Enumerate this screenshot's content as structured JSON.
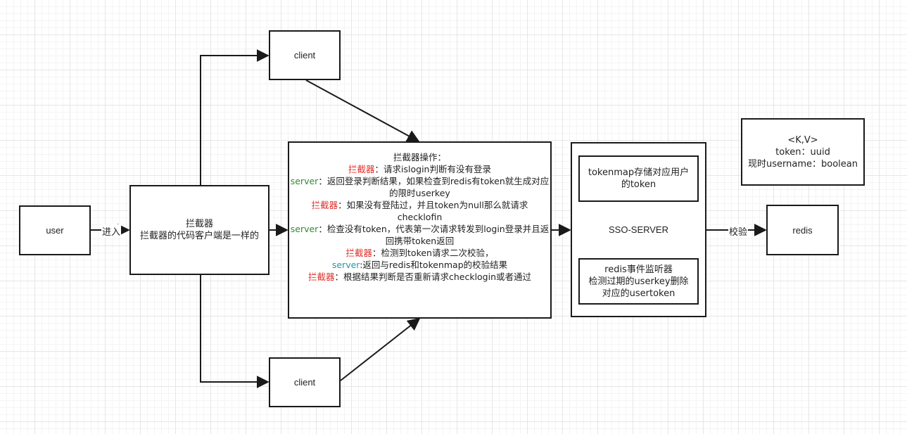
{
  "nodes": {
    "user": "user",
    "interceptor_title": "拦截器",
    "interceptor_desc": "拦截器的代码客户端是一样的",
    "client_top": "client",
    "client_bottom": "client",
    "ops": {
      "title": "拦截器操作：",
      "line1_role": "拦截器",
      "line1_text": "：请求islogin判断有没有登录",
      "line2_role": "server",
      "line2_text": "：返回登录判断结果，如果检查到redis有token就生成对应的限时userkey",
      "line3_role": "拦截器",
      "line3_text": "：如果没有登陆过，并且token为null那么就请求checklofin",
      "line4_role": "server",
      "line4_text": "：检查没有token，代表第一次请求转发到login登录并且返回携带token返回",
      "line5_role": "拦截器",
      "line5_text": "：检测到token请求二次校验，",
      "line6_role": "server",
      "line6_text": ":返回与redis和tokenmap的校验结果",
      "line7_role": "拦截器",
      "line7_text": "：根据结果判断是否重新请求checklogin或者通过"
    },
    "sso_server": "SSO-SERVER",
    "tokenmap": "tokenmap存储对应用户的token",
    "redis_listener_1": "redis事件监听器",
    "redis_listener_2": "检测过期的userkey删除对应的usertoken",
    "redis": "redis",
    "kv_1": "<K,V>",
    "kv_2": "token：uuid",
    "kv_3": "现时username：boolean"
  },
  "edges": {
    "enter": "进入",
    "verify": "校验"
  }
}
